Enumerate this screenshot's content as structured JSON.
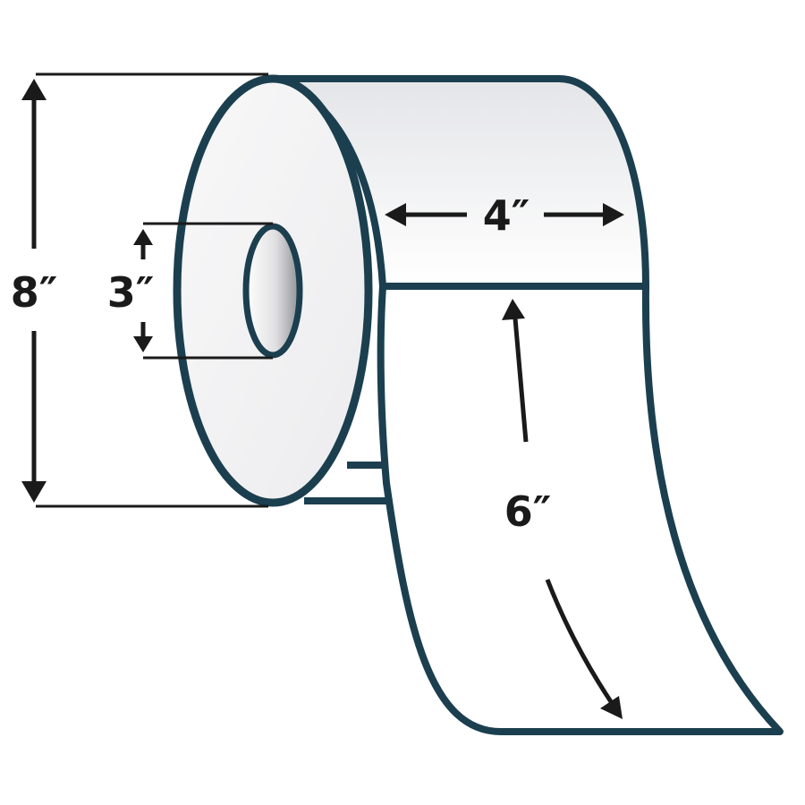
{
  "dimensions": {
    "outer_diameter": "8″",
    "core_diameter": "3″",
    "label_width": "4″",
    "label_length": "6″"
  },
  "colors": {
    "outline": "#1b3f4f",
    "arrow": "#1a1a1a",
    "roll_face": "#f2f2f4",
    "label_fill": "#ffffff"
  }
}
